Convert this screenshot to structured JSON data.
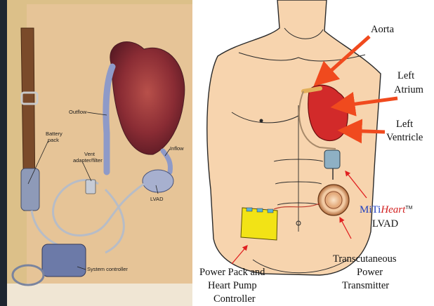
{
  "left_panel": {
    "labels": {
      "outflow": "Outflow",
      "battery_pack_line1": "Battery",
      "battery_pack_line2": "pack",
      "vent_line1": "Vent",
      "vent_line2": "adapter/filter",
      "inflow": "Inflow",
      "lvad": "LVAD",
      "system_controller": "System controller"
    },
    "colors": {
      "background": "#ddc08e",
      "skin": "#e8c89b",
      "strap": "#7a4a2a",
      "device": "#9aa6c8"
    }
  },
  "right_panel": {
    "labels": {
      "aorta": "Aorta",
      "left_atrium_line1": "Left",
      "left_atrium_line2": "Atrium",
      "left_ventricle_line1": "Left",
      "left_ventricle_line2": "Ventricle",
      "brand_mi": "MiTi",
      "brand_heart": "Heart",
      "brand_tm": "TM",
      "lvad": "LVAD",
      "transmitter_line1": "Transcutaneous",
      "transmitter_line2": "Power",
      "transmitter_line3": "Transmitter",
      "power_line1": "Power Pack and",
      "power_line2": "Heart Pump",
      "power_line3": "Controller"
    },
    "colors": {
      "skin": "#f7d4ae",
      "arrow": "#f04a1e",
      "heart": "#d22a2a",
      "power_pack": "#f2e316",
      "coil": "#d9a070"
    }
  }
}
